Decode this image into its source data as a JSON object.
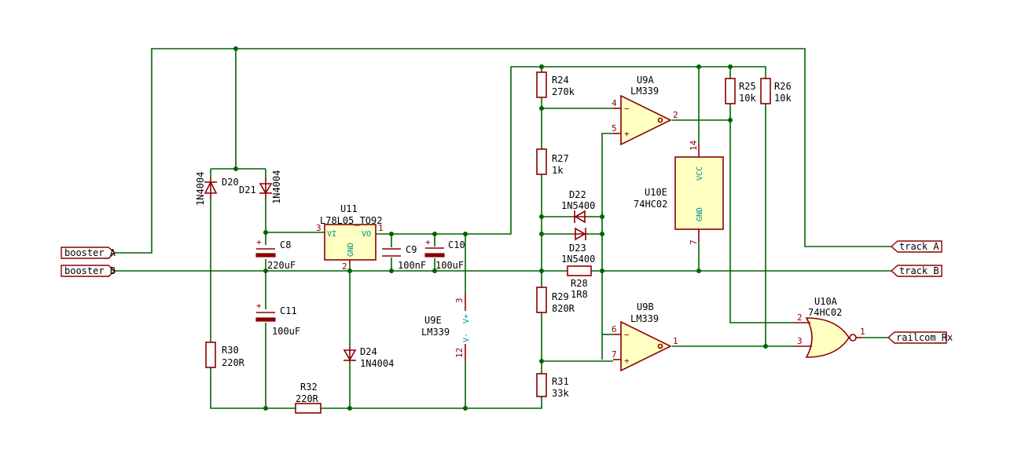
{
  "nets": {
    "booster_a": "booster_A",
    "booster_b": "booster_B",
    "track_a": "track_A",
    "track_b": "track_B",
    "railcom_rx": "railcom_Rx"
  },
  "parts": {
    "d20": {
      "ref": "D20",
      "value": "1N4004"
    },
    "d21": {
      "ref": "D21",
      "value": "1N4004"
    },
    "d22": {
      "ref": "D22",
      "value": "1N5400"
    },
    "d23": {
      "ref": "D23",
      "value": "1N5400"
    },
    "d24": {
      "ref": "D24",
      "value": "1N4004"
    },
    "c8": {
      "ref": "C8",
      "value": "220uF"
    },
    "c9": {
      "ref": "C9",
      "value": "100nF"
    },
    "c10": {
      "ref": "C10",
      "value": "100uF"
    },
    "c11": {
      "ref": "C11",
      "value": "100uF"
    },
    "u11": {
      "ref": "U11",
      "value": "L78L05_TO92",
      "pin_vi": "VI",
      "pin_vo": "VO",
      "pin_gnd": "GND",
      "pin1": "1",
      "pin2": "2",
      "pin3": "3"
    },
    "r24": {
      "ref": "R24",
      "value": "270k"
    },
    "r25": {
      "ref": "R25",
      "value": "10k"
    },
    "r26": {
      "ref": "R26",
      "value": "10k"
    },
    "r27": {
      "ref": "R27",
      "value": "1k"
    },
    "r28": {
      "ref": "R28",
      "value": "1R8"
    },
    "r29": {
      "ref": "R29",
      "value": "820R"
    },
    "r30": {
      "ref": "R30",
      "value": "220R"
    },
    "r31": {
      "ref": "R31",
      "value": "33k"
    },
    "r32": {
      "ref": "R32",
      "value": "220R"
    },
    "u9a": {
      "ref": "U9A",
      "value": "LM339",
      "pin_inv": "4",
      "pin_noninv": "5",
      "pin_out": "2"
    },
    "u9b": {
      "ref": "U9B",
      "value": "LM339",
      "pin_inv": "6",
      "pin_noninv": "7",
      "pin_out": "1"
    },
    "u9e": {
      "ref": "U9E",
      "value": "LM339",
      "pin_vplus": "3",
      "pin_vminus": "12",
      "name_vplus": "V+",
      "name_vminus": "V-"
    },
    "u10e": {
      "ref": "U10E",
      "value": "74HC02",
      "pin_vcc": "14",
      "pin_gnd": "7",
      "name_vcc": "VCC",
      "name_gnd": "GND"
    },
    "u10a": {
      "ref": "U10A",
      "value": "74HC02",
      "pin_in1": "2",
      "pin_in2": "3",
      "pin_out": "1"
    }
  },
  "symbols": {
    "minus": "−",
    "plus": "+",
    "polar_plus": "+"
  }
}
